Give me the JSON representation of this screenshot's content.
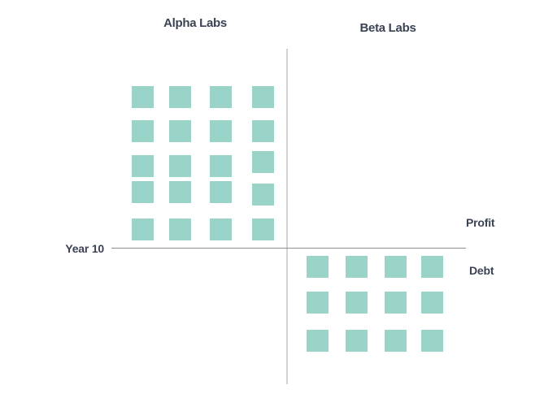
{
  "chart_data": {
    "type": "pictograph",
    "title": "",
    "groups": [
      {
        "name": "Alpha Labs",
        "measure": "Profit",
        "value_units": 20,
        "rows": 5,
        "cols": 4,
        "quadrant": "above-axis-left"
      },
      {
        "name": "Beta Labs",
        "measure": "Debt",
        "value_units": 12,
        "rows": 3,
        "cols": 4,
        "quadrant": "below-axis-right"
      }
    ],
    "axis": {
      "label": "Year 10",
      "above_label": "Profit",
      "below_label": "Debt"
    },
    "unit_shape": "square",
    "unit_color": "#9ad3c8",
    "axis_line_color": "#8d8d96",
    "divider_line_color": "#d3d3d3",
    "text_color": "#3a4254",
    "background_color": "#ffffff",
    "legend": "none",
    "grid": "off"
  }
}
